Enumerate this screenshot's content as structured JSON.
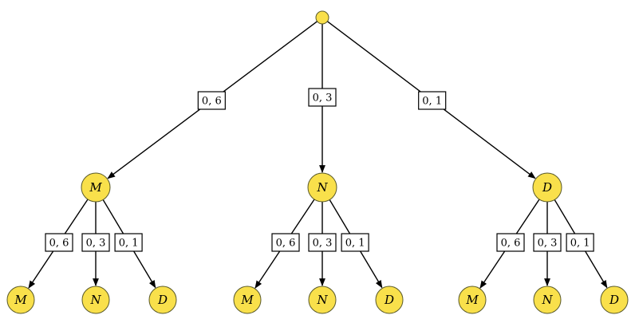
{
  "root": {
    "label": ""
  },
  "level1": [
    {
      "label": "M",
      "prob": "0, 6"
    },
    {
      "label": "N",
      "prob": "0, 3"
    },
    {
      "label": "D",
      "prob": "0, 1"
    }
  ],
  "level2": [
    [
      {
        "label": "M",
        "prob": "0, 6"
      },
      {
        "label": "N",
        "prob": "0, 3"
      },
      {
        "label": "D",
        "prob": "0, 1"
      }
    ],
    [
      {
        "label": "M",
        "prob": "0, 6"
      },
      {
        "label": "N",
        "prob": "0, 3"
      },
      {
        "label": "D",
        "prob": "0, 1"
      }
    ],
    [
      {
        "label": "M",
        "prob": "0, 6"
      },
      {
        "label": "N",
        "prob": "0, 3"
      },
      {
        "label": "D",
        "prob": "0, 1"
      }
    ]
  ],
  "colors": {
    "node_fill": "#f9e04b",
    "edge": "#000000"
  }
}
